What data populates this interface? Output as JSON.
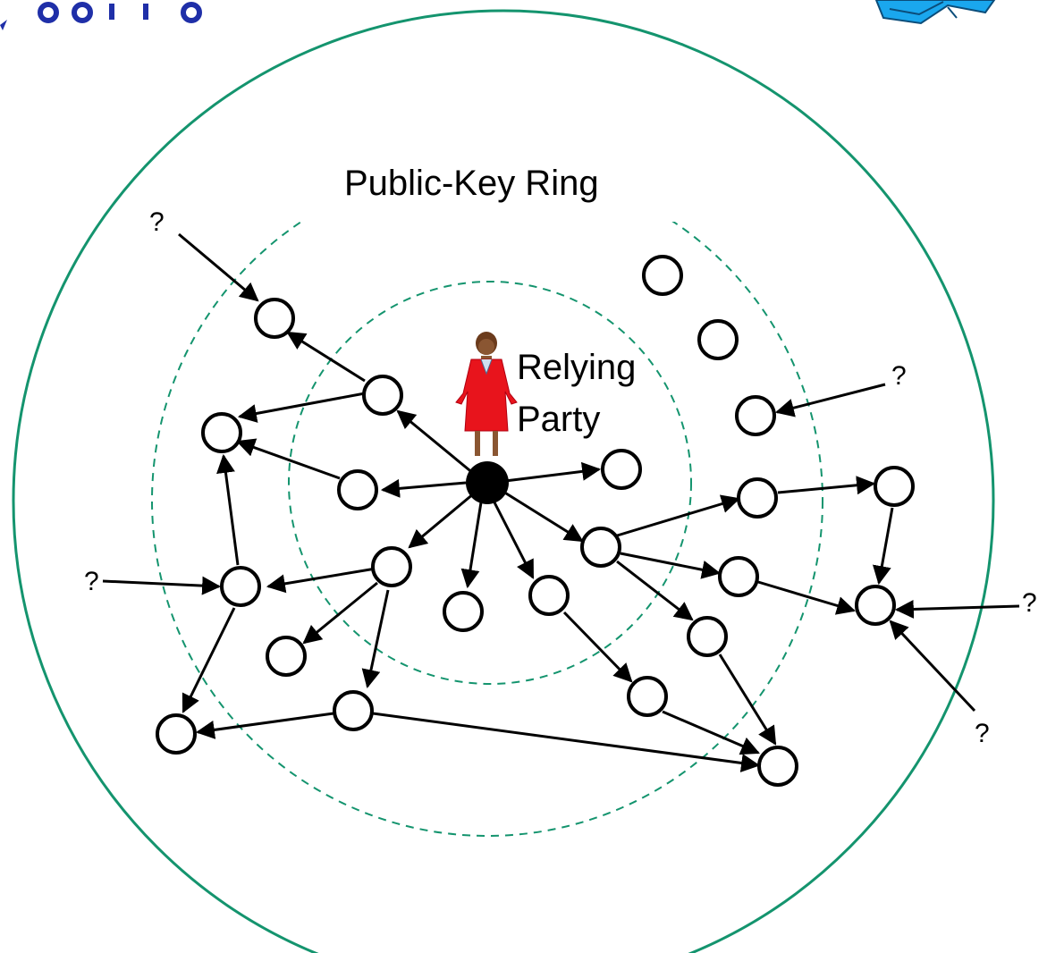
{
  "diagram": {
    "title": "Public-Key Ring",
    "center_label_line1": "Relying",
    "center_label_line2": "Party",
    "unknown_marker": "?",
    "colors": {
      "outer_ring": "#14946e",
      "dashed_rings": "#14946e",
      "node_stroke": "#000000",
      "node_fill": "#ffffff",
      "center_node": "#000000",
      "edges": "#000000",
      "dress": "#e8141c",
      "skin": "#8a5632",
      "hair": "#6b3b1c",
      "header_text": "#1f2fa8",
      "book_icon": "#1aa7ee"
    },
    "icons": [
      "person-icon",
      "book-icon"
    ]
  }
}
